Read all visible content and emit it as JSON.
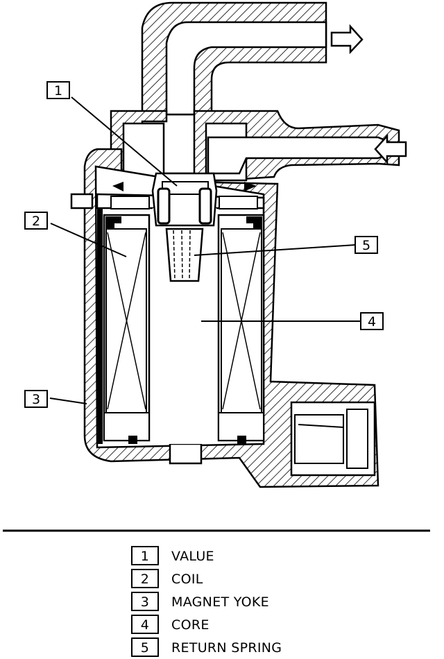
{
  "callouts": [
    {
      "num": "1"
    },
    {
      "num": "2"
    },
    {
      "num": "3"
    },
    {
      "num": "4"
    },
    {
      "num": "5"
    }
  ],
  "legend": [
    {
      "num": "1",
      "text": "VALUE"
    },
    {
      "num": "2",
      "text": "COIL"
    },
    {
      "num": "3",
      "text": "MAGNET YOKE"
    },
    {
      "num": "4",
      "text": "CORE"
    },
    {
      "num": "5",
      "text": "RETURN SPRING"
    }
  ]
}
